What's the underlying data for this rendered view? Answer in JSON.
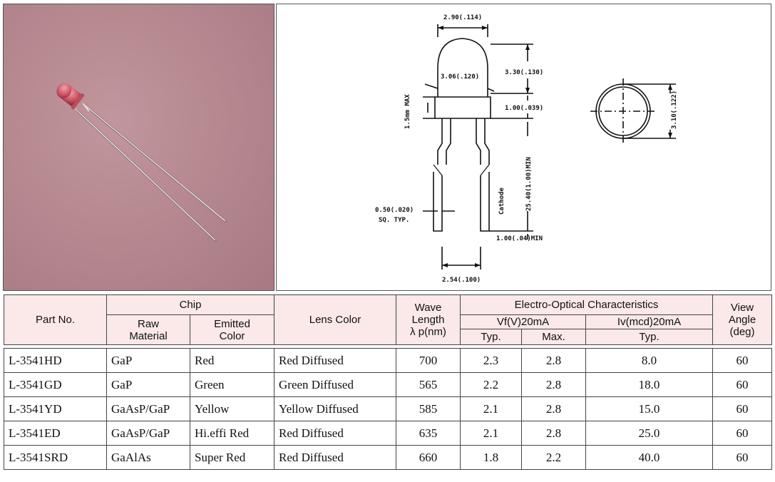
{
  "drawing": {
    "dim_top_width": "2.90(.114)",
    "dim_dome_height": "3.30(.130)",
    "dim_body_dia": "3.06(.120)",
    "dim_flange_max": "1.5mm MAX",
    "dim_flange_height": "1.00(.039)",
    "dim_lead_length": "25.40(1.00)MIN",
    "cathode_label": "Cathode",
    "dim_lead_square": "0.50(.020)",
    "dim_lead_square_note": "SQ. TYP.",
    "dim_lead_min": "1.00(.04)MIN",
    "dim_lead_spacing": "2.54(.100)",
    "dim_top_view": "3.10(.122)"
  },
  "table": {
    "headers": {
      "part_no": "Part No.",
      "chip": "Chip",
      "raw_material_1": "Raw",
      "raw_material_2": "Material",
      "emitted_color_1": "Emitted",
      "emitted_color_2": "Color",
      "lens_color": "Lens Color",
      "wave_1": "Wave",
      "wave_2": "Length",
      "wave_3": "λ p(nm)",
      "electro_optical": "Electro-Optical Characteristics",
      "vf": "Vf(V)20mA",
      "iv": "Iv(mcd)20mA",
      "typ": "Typ.",
      "max": "Max.",
      "typ2": "Typ.",
      "view_1": "View",
      "view_2": "Angle",
      "view_3": "(deg)"
    },
    "rows": [
      {
        "part": "L-3541HD",
        "material": "GaP",
        "color": "Red",
        "lens": "Red Diffused",
        "wave": "700",
        "vf_typ": "2.3",
        "vf_max": "2.8",
        "iv_typ": "8.0",
        "angle": "60"
      },
      {
        "part": "L-3541GD",
        "material": "GaP",
        "color": "Green",
        "lens": "Green Diffused",
        "wave": "565",
        "vf_typ": "2.2",
        "vf_max": "2.8",
        "iv_typ": "18.0",
        "angle": "60"
      },
      {
        "part": "L-3541YD",
        "material": "GaAsP/GaP",
        "color": "Yellow",
        "lens": "Yellow Diffused",
        "wave": "585",
        "vf_typ": "2.1",
        "vf_max": "2.8",
        "iv_typ": "15.0",
        "angle": "60"
      },
      {
        "part": "L-3541ED",
        "material": "GaAsP/GaP",
        "color": "Hi.effi Red",
        "lens": "Red Diffused",
        "wave": "635",
        "vf_typ": "2.1",
        "vf_max": "2.8",
        "iv_typ": "25.0",
        "angle": "60"
      },
      {
        "part": "L-3541SRD",
        "material": "GaAlAs",
        "color": "Super Red",
        "lens": "Red Diffused",
        "wave": "660",
        "vf_typ": "1.8",
        "vf_max": "2.2",
        "iv_typ": "40.0",
        "angle": "60"
      }
    ]
  }
}
